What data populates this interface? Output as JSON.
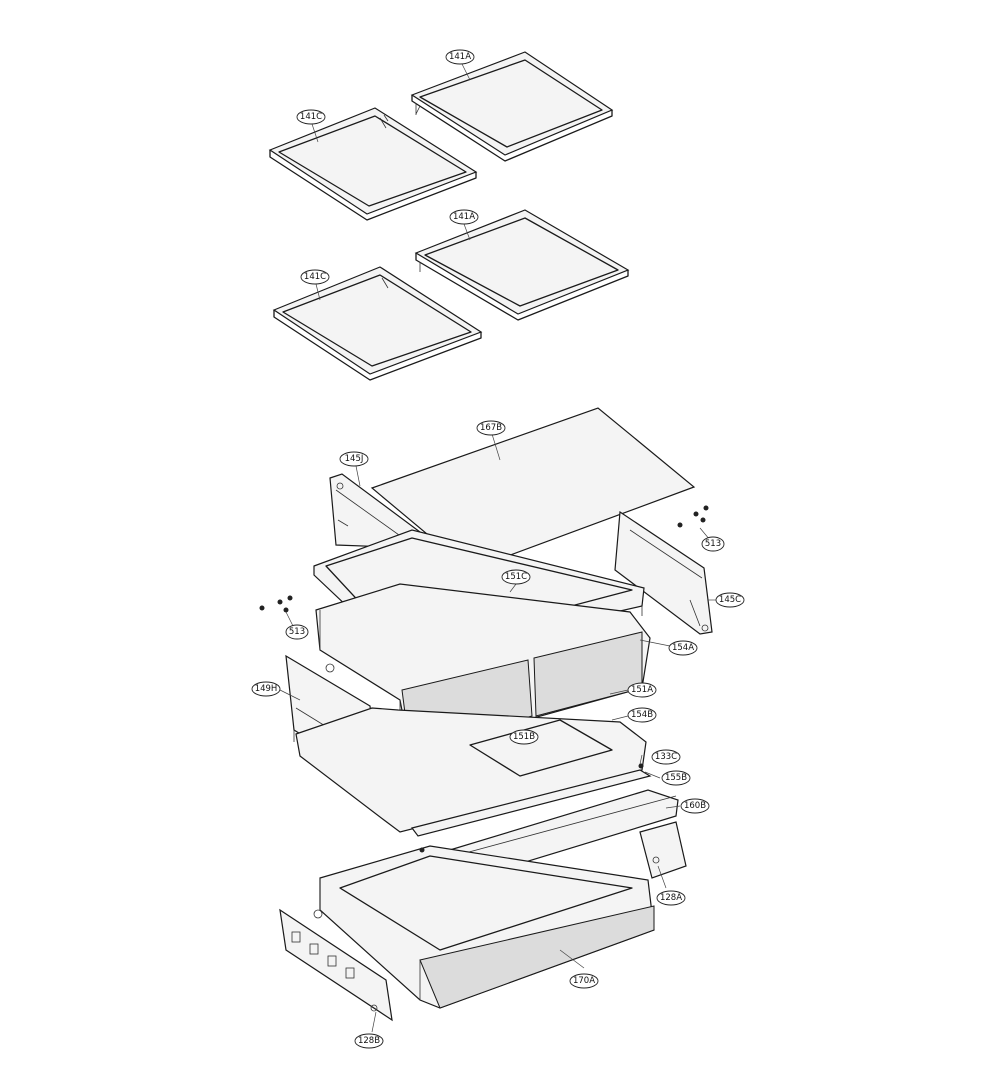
{
  "callouts": {
    "c141A_top": "141A",
    "c141C_top": "141C",
    "c141A_mid": "141A",
    "c141C_mid": "141C",
    "c167B": "167B",
    "c145J": "145J",
    "c151C": "151C",
    "c513_right": "513",
    "c145C": "145C",
    "c154A": "154A",
    "c513_left": "513",
    "c149H": "149H",
    "c151A": "151A",
    "c154B": "154B",
    "c151B": "151B",
    "c133C": "133C",
    "c155B": "155B",
    "c160B": "160B",
    "c128A": "128A",
    "c170A": "170A",
    "c128B": "128B"
  },
  "colors": {
    "line": "#1a1a1a",
    "background": "#ffffff"
  }
}
